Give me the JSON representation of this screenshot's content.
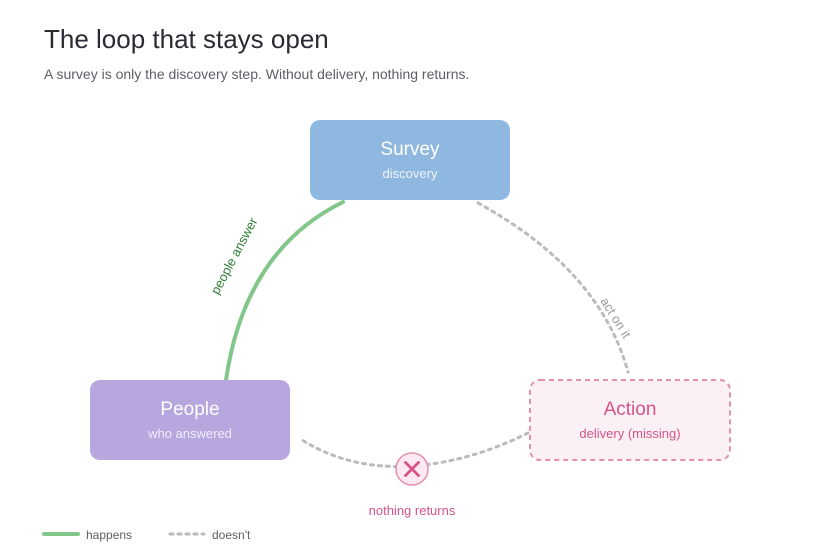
{
  "header": {
    "title": "The loop that stays open",
    "subtitle": "A survey is only the discovery step. Without delivery, nothing returns."
  },
  "nodes": {
    "survey": {
      "title": "Survey",
      "subtitle": "discovery"
    },
    "people": {
      "title": "People",
      "subtitle": "who answered"
    },
    "action": {
      "title": "Action",
      "subtitle": "delivery (missing)"
    }
  },
  "edges": {
    "people_to_survey": "people answer",
    "survey_to_action": "act on it",
    "action_to_people": "nothing returns"
  },
  "legend": {
    "happens": "happens",
    "doesnt": "doesn't"
  },
  "colors": {
    "survey_fill": "#8fb8e0",
    "people_fill": "#b8a6df",
    "action_fill": "#fbf1f5",
    "action_border": "#e58fb0",
    "happens_line": "#82c68a",
    "happens_text": "#2f7d36",
    "doesnt_line": "#b9bbbf",
    "broken_accent": "#d6538a"
  },
  "icons": {
    "break_marker": "x-circle-icon"
  }
}
